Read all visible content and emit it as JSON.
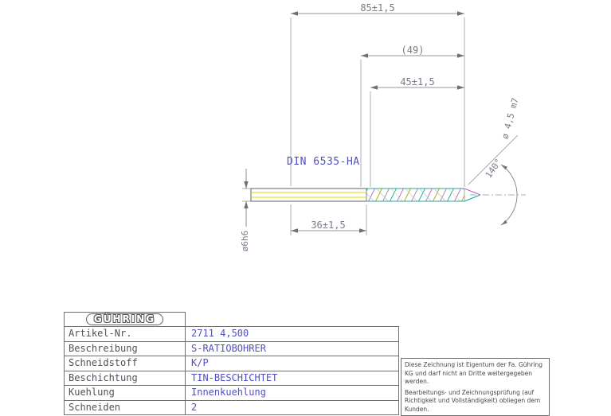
{
  "drawing": {
    "dim_total": "85±1,5",
    "dim_ref": "(49)",
    "dim_45": "45±1,5",
    "dim_36": "36±1,5",
    "dim_shank_dia": "ø6h6",
    "dim_dia": "ø 4,5 m7",
    "dim_angle": "140°",
    "din": "DIN 6535-HA"
  },
  "title_block": {
    "logo": "GÜHRING",
    "rows": [
      {
        "label": "Artikel-Nr.",
        "value": "2711 4,500"
      },
      {
        "label": "Beschreibung",
        "value": "S-RATIOBOHRER"
      },
      {
        "label": "Schneidstoff",
        "value": "K/P"
      },
      {
        "label": "Beschichtung",
        "value": "TIN-BESCHICHTET"
      },
      {
        "label": "Kuehlung",
        "value": "Innenkuehlung"
      },
      {
        "label": "Schneiden",
        "value": "2"
      }
    ]
  },
  "disclaimer": {
    "para1": "Diese Zeichnung ist Eigentum der Fa. Gühring KG und darf nicht an Dritte weitergegeben werden.",
    "para2": "Bearbeitungs- und Zeichnungsprüfung (auf Richtigkeit und Vollständigkeit) obliegen dem Kunden."
  },
  "colors": {
    "accent": "#5050c0",
    "line": "#707070"
  }
}
